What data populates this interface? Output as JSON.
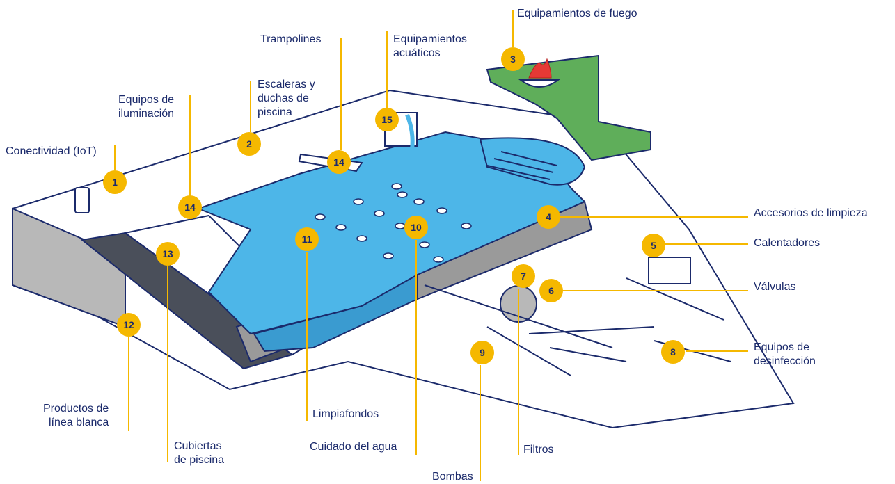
{
  "colors": {
    "accent": "#f5b800",
    "water": "#4db6e8",
    "outline": "#1b2a6b",
    "lawn": "#5fae5a"
  },
  "labels": {
    "conectividad": "Conectividad (IoT)",
    "iluminacion": [
      "Equipos de",
      "iluminación"
    ],
    "escaleras": [
      "Escaleras y",
      "duchas de",
      "piscina"
    ],
    "trampolines": "Trampolines",
    "acuaticos": [
      "Equipamientos",
      "acuáticos"
    ],
    "fuego": "Equipamientos de fuego",
    "limpieza": "Accesorios de limpieza",
    "calentadores": "Calentadores",
    "valvulas": "Válvulas",
    "desinfeccion": [
      "Equipos de",
      "desinfección"
    ],
    "linea_blanca": [
      "Productos de",
      "línea blanca"
    ],
    "cubiertas": [
      "Cubiertas",
      "de piscina"
    ],
    "limpiafondos": "Limpiafondos",
    "cuidado_agua": "Cuidado del agua",
    "filtros": "Filtros",
    "bombas": "Bombas"
  },
  "badges": [
    "1",
    "2",
    "3",
    "14",
    "15",
    "14",
    "4",
    "5",
    "7",
    "6",
    "13",
    "11",
    "10",
    "12",
    "9",
    "8"
  ]
}
